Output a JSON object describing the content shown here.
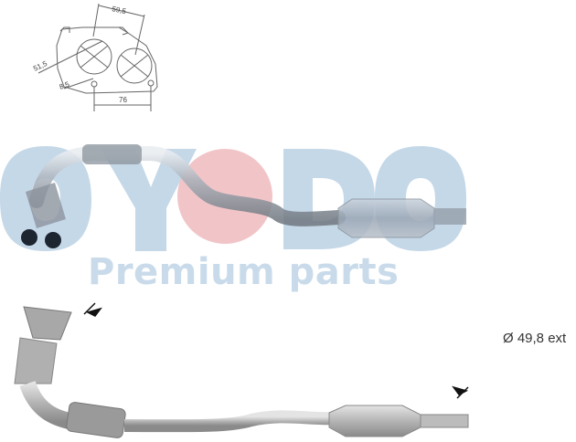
{
  "watermark": {
    "brand": "OYODO",
    "tagline": "Premium parts",
    "letter_color": "#c5d8e8",
    "circle_color": "#f1c5c8"
  },
  "flange_drawing": {
    "dimensions": {
      "top_width": "59,5",
      "left_diameter": "51,5",
      "hole": "8,5",
      "bottom_width": "76"
    }
  },
  "product": {
    "outlet_diameter_label": "Ø 49,8 ext",
    "views": [
      "top-view",
      "side-view"
    ]
  }
}
